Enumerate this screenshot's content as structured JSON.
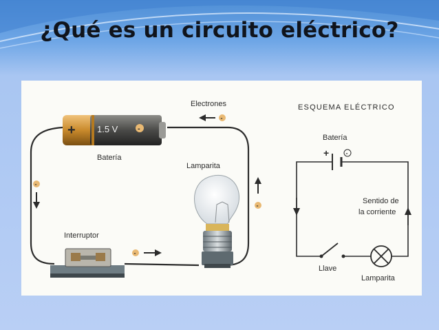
{
  "slide": {
    "title": "¿Qué es un circuito eléctrico?"
  },
  "pictorial": {
    "battery_voltage": "1.5 V",
    "battery_plus": "+",
    "battery_minus": "-",
    "electrons_label": "Electrones",
    "battery_label": "Batería",
    "bulb_label": "Lamparita",
    "switch_label": "Interruptor",
    "electron_sign": "-"
  },
  "schematic": {
    "heading": "ESQUEMA ELÉCTRICO",
    "battery_label": "Batería",
    "plus": "+",
    "minus": "-",
    "direction_line1": "Sentido de",
    "direction_line2": "la corriente",
    "switch_label": "Llave",
    "lamp_label": "Lamparita"
  },
  "colors": {
    "wire": "#2b2b2b",
    "battery_copper": "#c98a2c",
    "battery_body": "#4a4a48",
    "electron_fill": "#e9b973",
    "title_text": "#10141c"
  }
}
